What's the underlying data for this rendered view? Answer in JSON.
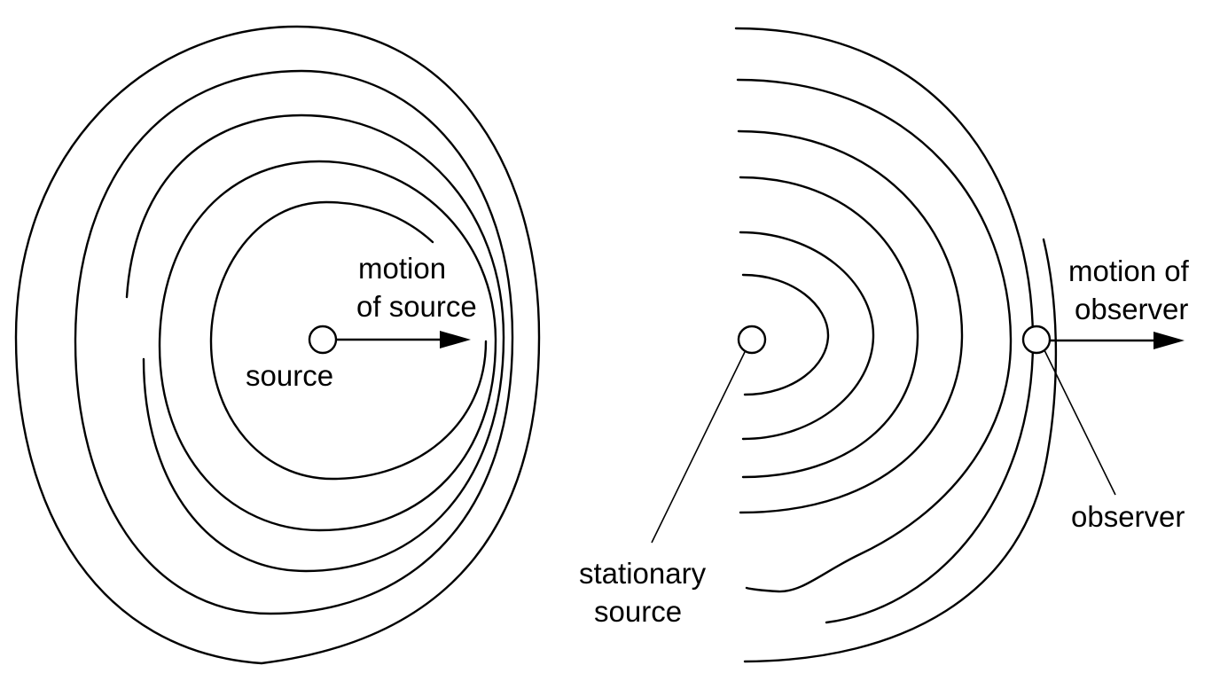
{
  "left_panel": {
    "motion_label_line1": "motion",
    "motion_label_line2": "of source",
    "source_label": "source"
  },
  "right_panel": {
    "motion_label_line1": "motion of",
    "motion_label_line2": "observer",
    "stationary_label_line1": "stationary",
    "stationary_label_line2": "source",
    "observer_label": "observer"
  }
}
